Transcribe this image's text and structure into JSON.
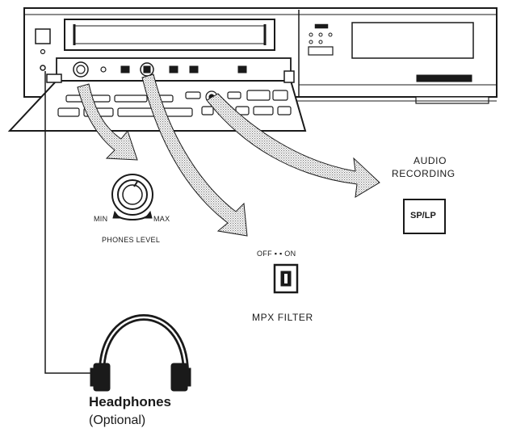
{
  "labels": {
    "audio_recording_line1": "AUDIO",
    "audio_recording_line2": "RECORDING",
    "sp_lp_button": "SP/LP",
    "min": "MIN",
    "max": "MAX",
    "phones_level": "PHONES LEVEL",
    "mpx_off_on": "OFF ▪ ▪ ON",
    "mpx_filter": "MPX FILTER",
    "headphones": "Headphones",
    "optional": "(Optional)"
  },
  "colors": {
    "line": "#1a1a1a",
    "arrow_fill": "#d9d9d9",
    "panel": "#ffffff"
  },
  "icons": {
    "device": "vcr-front-panel",
    "knob": "phones-level-knob-icon",
    "switch": "mpx-slide-switch-icon",
    "headphones": "headphones-icon"
  }
}
